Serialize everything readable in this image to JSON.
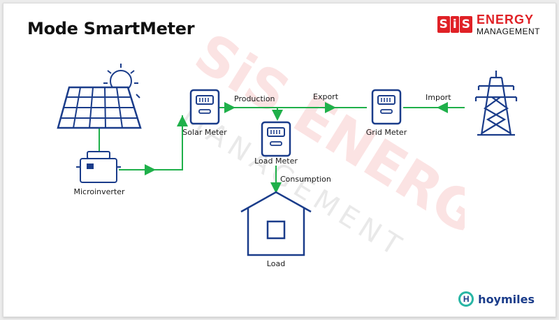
{
  "title": "Mode SmartMeter",
  "brand": {
    "mark_letters": [
      "S",
      "i",
      "S"
    ],
    "line1": "ENERGY",
    "line2": "MANAGEMENT",
    "primary_color": "#e02126"
  },
  "watermark": {
    "line1": "SiS ENERGY",
    "line2": "MANAGEMENT"
  },
  "nodes": {
    "solar_panel": {
      "icon": "solar-panel-icon"
    },
    "microinverter": {
      "label": "Microinverter",
      "icon": "microinverter-icon"
    },
    "solar_meter": {
      "label": "Solar Meter",
      "icon": "meter-icon"
    },
    "load_meter": {
      "label": "Load Meter",
      "icon": "meter-icon"
    },
    "grid_meter": {
      "label": "Grid Meter",
      "icon": "meter-icon"
    },
    "grid": {
      "icon": "power-tower-icon"
    },
    "load": {
      "label": "Load",
      "icon": "house-icon"
    }
  },
  "flows": {
    "production": "Production",
    "export": "Export",
    "import": "Import",
    "consumption": "Consumption"
  },
  "colors": {
    "line": "#1fb04a",
    "icon": "#1a3c8a"
  },
  "footer": {
    "logo_text": "hoymiles",
    "logo_letter": "H"
  }
}
